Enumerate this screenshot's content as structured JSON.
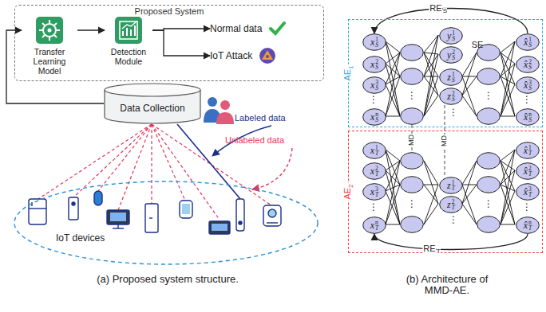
{
  "diagram": {
    "nodes": [
      {
        "text": [
          "Proposed System"
        ]
      },
      {
        "text": [
          "Transfer Learning Model"
        ],
        "in": 0
      },
      {
        "text": [
          "Detection Module"
        ],
        "in": 0
      },
      {
        "text": [
          "Normal data"
        ],
        "in": 0
      },
      {
        "text": [
          "IoT Attack"
        ],
        "in": 0
      },
      {
        "text": [
          "Data Collection"
        ]
      },
      {
        "text": [
          "IoT devices"
        ]
      },
      {
        "text": [
          "AE",
          "1"
        ]
      },
      {
        "text": [
          "x",
          "1",
          "S"
        ],
        "in": 7
      },
      {
        "text": [
          "x",
          "2",
          "S"
        ],
        "in": 7
      },
      {
        "text": [
          "x",
          "3",
          "S"
        ],
        "in": 7
      },
      {
        "text": [
          "x",
          "n",
          "S"
        ],
        "in": 7
      },
      {
        "text": [
          "y",
          "1",
          "S"
        ],
        "in": 7
      },
      {
        "text": [
          "y",
          "2",
          "S"
        ],
        "in": 7
      },
      {
        "text": [
          "z",
          "1",
          "S"
        ],
        "in": 7
      },
      {
        "text": [
          "z",
          "2",
          "S"
        ],
        "in": 7
      },
      {
        "text": [
          "x̂",
          "1",
          "S"
        ],
        "in": 7
      },
      {
        "text": [
          "x̂",
          "2",
          "S"
        ],
        "in": 7
      },
      {
        "text": [
          "x̂",
          "3",
          "S"
        ],
        "in": 7
      },
      {
        "text": [
          "x̂",
          "n",
          "S"
        ],
        "in": 7
      },
      {
        "text": [
          "AE",
          "2"
        ]
      },
      {
        "text": [
          "x",
          "1",
          "T"
        ],
        "in": 20
      },
      {
        "text": [
          "x",
          "2",
          "T"
        ],
        "in": 20
      },
      {
        "text": [
          "x",
          "3",
          "T"
        ],
        "in": 20
      },
      {
        "text": [
          "x",
          "n",
          "T"
        ],
        "in": 20
      },
      {
        "text": [
          "z",
          "1",
          "T"
        ],
        "in": 20
      },
      {
        "text": [
          "z",
          "2",
          "T"
        ],
        "in": 20
      },
      {
        "text": [
          "x̂",
          "1",
          "T"
        ],
        "in": 20
      },
      {
        "text": [
          "x̂",
          "2",
          "T"
        ],
        "in": 20
      },
      {
        "text": [
          "x̂",
          "3",
          "T"
        ],
        "in": 20
      },
      {
        "text": [
          "x̂",
          "n",
          "T"
        ],
        "in": 20
      }
    ],
    "edges": [
      {
        "from": 5,
        "to": 1,
        "arrow": "to"
      },
      {
        "from": 1,
        "to": 2,
        "arrow": "to"
      },
      {
        "from": 2,
        "to": 3,
        "arrow": "to"
      },
      {
        "from": 2,
        "to": 4,
        "arrow": "to"
      },
      {
        "from": 16,
        "to": 8,
        "arrow": "to"
      },
      {
        "from": 15,
        "to": 25,
        "arrow": "none",
        "label": "MD"
      },
      {
        "from": 30,
        "to": 24,
        "arrow": "to"
      }
    ],
    "labels": [
      "Labeled data",
      "Unlabeled data",
      "RE",
      "S",
      "SE",
      "MD",
      "RE",
      "T",
      "⋮",
      "⋮",
      "⋮",
      "⋮",
      "⋮",
      "⋮",
      "⋮",
      "⋮",
      "⋮",
      "⋮",
      "(a) Proposed system structure.",
      "(b) Architecture of MMD-AE."
    ]
  }
}
